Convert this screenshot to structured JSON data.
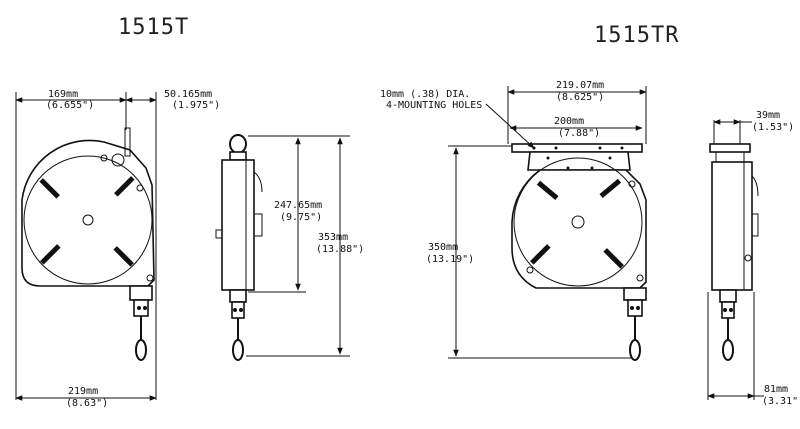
{
  "titles": {
    "left": "1515T",
    "right": "1515TR"
  },
  "dims_1515T": {
    "width_top": [
      "169mm",
      "(6.655\")"
    ],
    "offset_top": [
      "50.165mm",
      "(1.975\")"
    ],
    "mid_height": [
      "247.65mm",
      "(9.75\")"
    ],
    "total_height": [
      "353mm",
      "(13.88\")"
    ],
    "bottom_width": [
      "219mm",
      "(8.63\")"
    ]
  },
  "dims_1515TR": {
    "mounting_note": [
      "10mm (.38) DIA.",
      "4-MOUNTING HOLES"
    ],
    "width_top": [
      "219.07mm",
      "(8.625\")"
    ],
    "hole_spacing": [
      "200mm",
      "(7.88\")"
    ],
    "total_height": [
      "350mm",
      "(13.19\")"
    ],
    "side_top": [
      "39mm",
      "(1.53\")"
    ],
    "side_depth": [
      "81mm",
      "(3.31\")"
    ]
  }
}
